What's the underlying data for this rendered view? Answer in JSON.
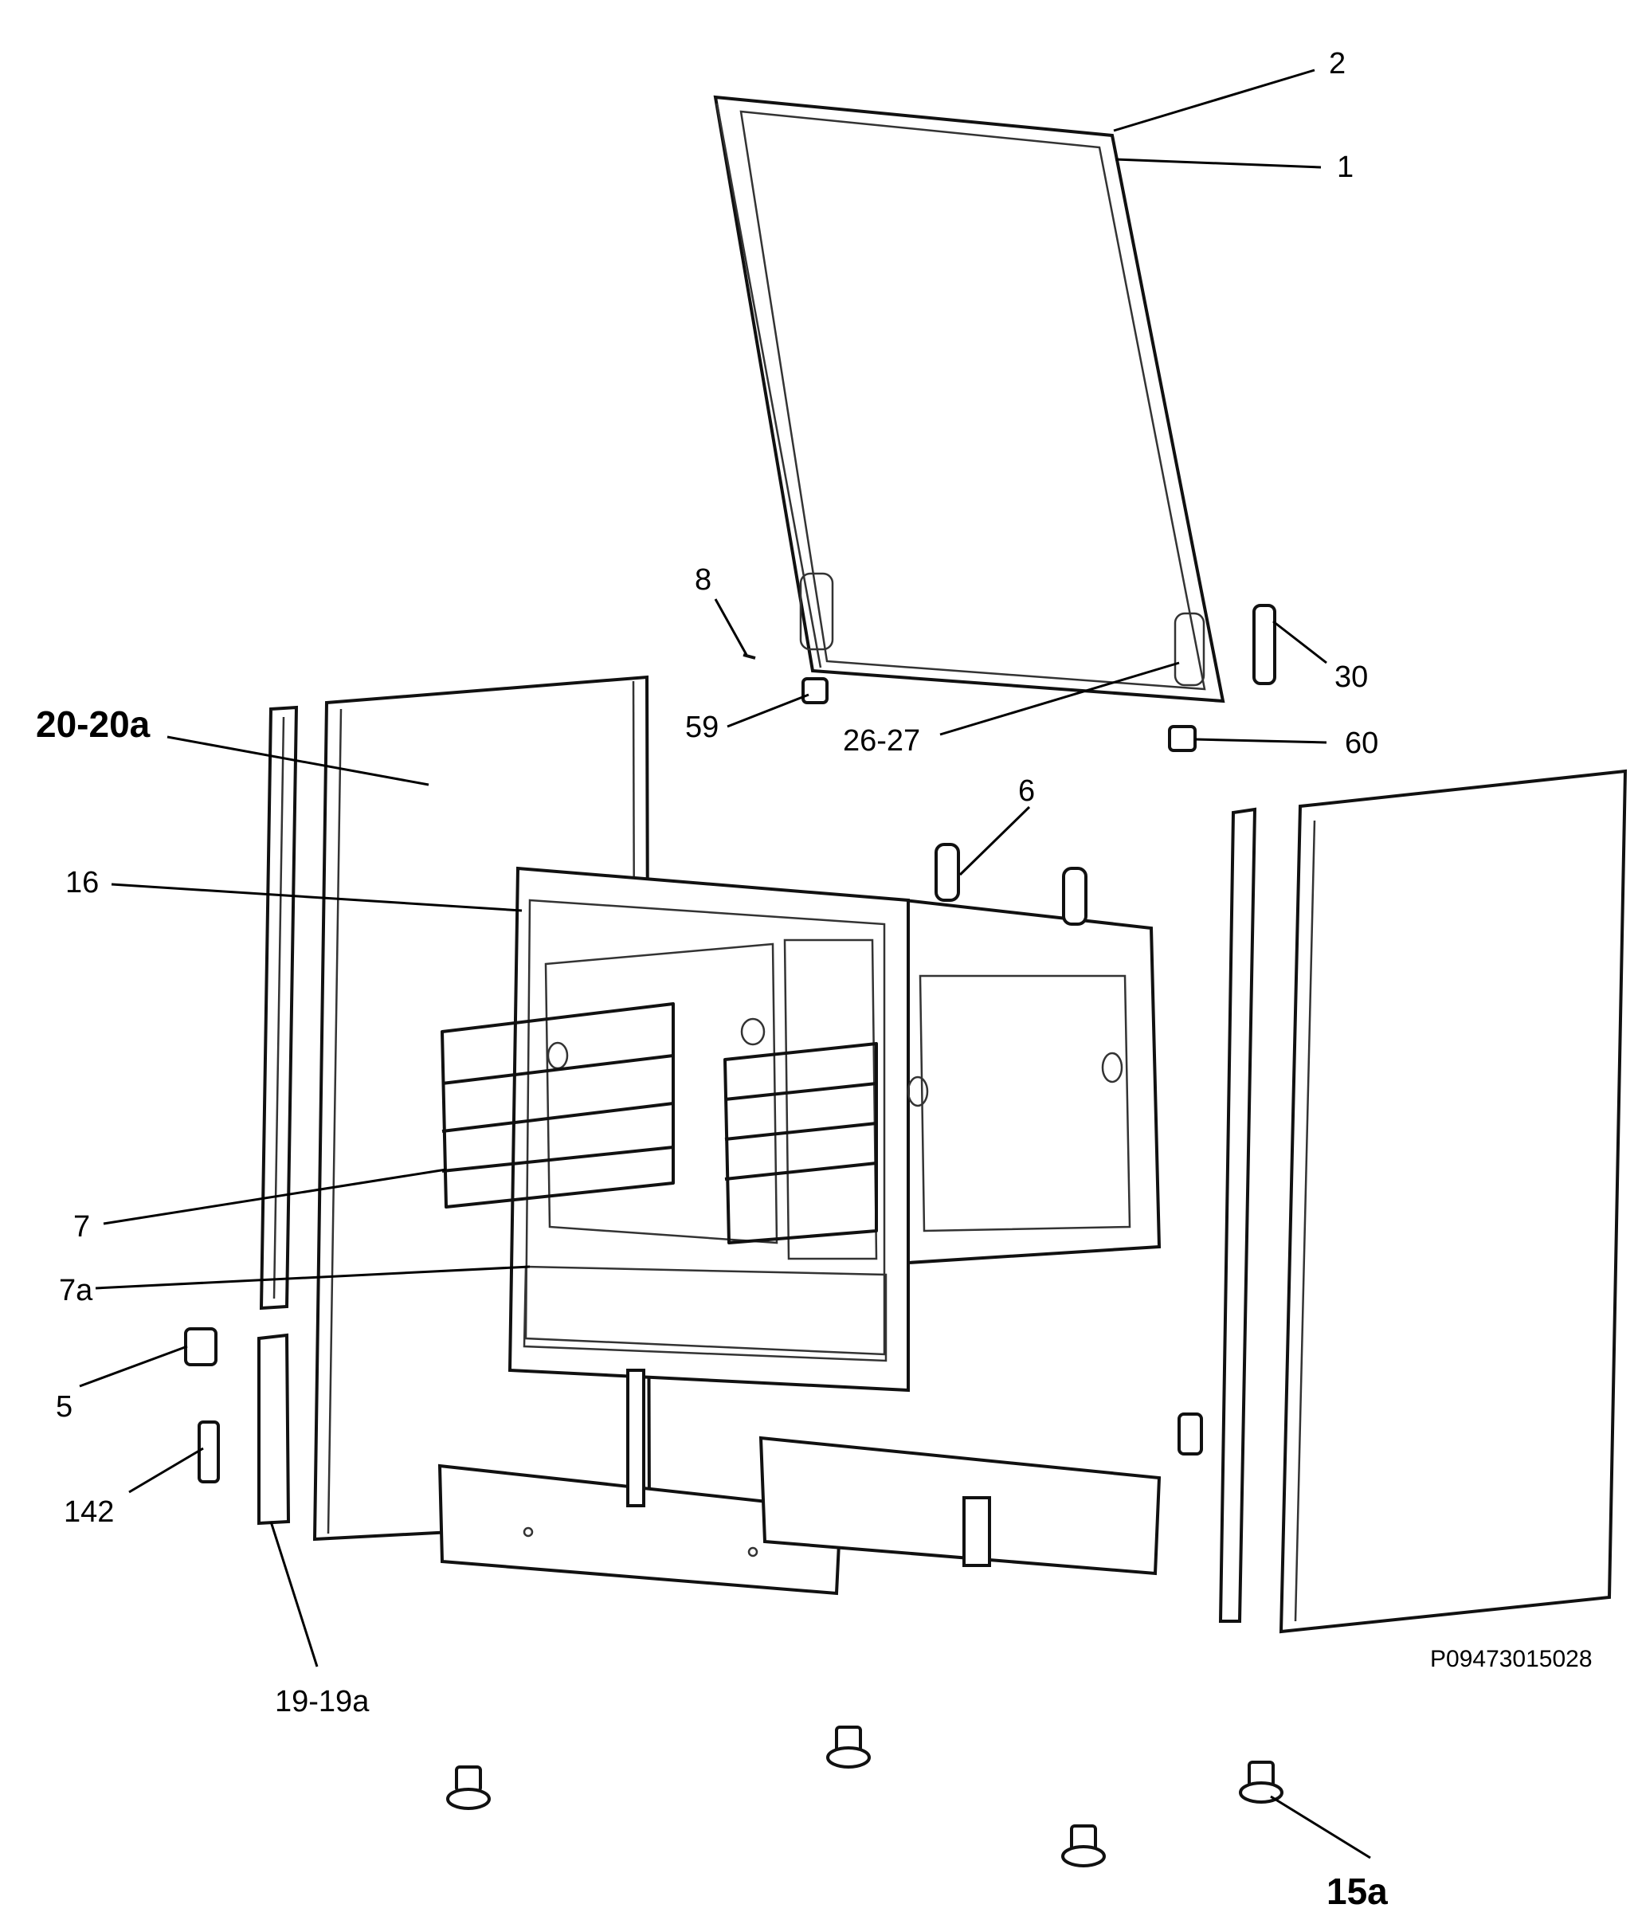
{
  "drawing_code": "P09473015028",
  "labels": {
    "l2": "2",
    "l1": "1",
    "l8": "8",
    "l30": "30",
    "l20": "20-20a",
    "l59": "59",
    "l26": "26-27",
    "l60": "60",
    "l6": "6",
    "l16": "16",
    "l7": "7",
    "l7a": "7a",
    "l5": "5",
    "l142": "142",
    "l19": "19-19a",
    "l15a": "15a"
  }
}
